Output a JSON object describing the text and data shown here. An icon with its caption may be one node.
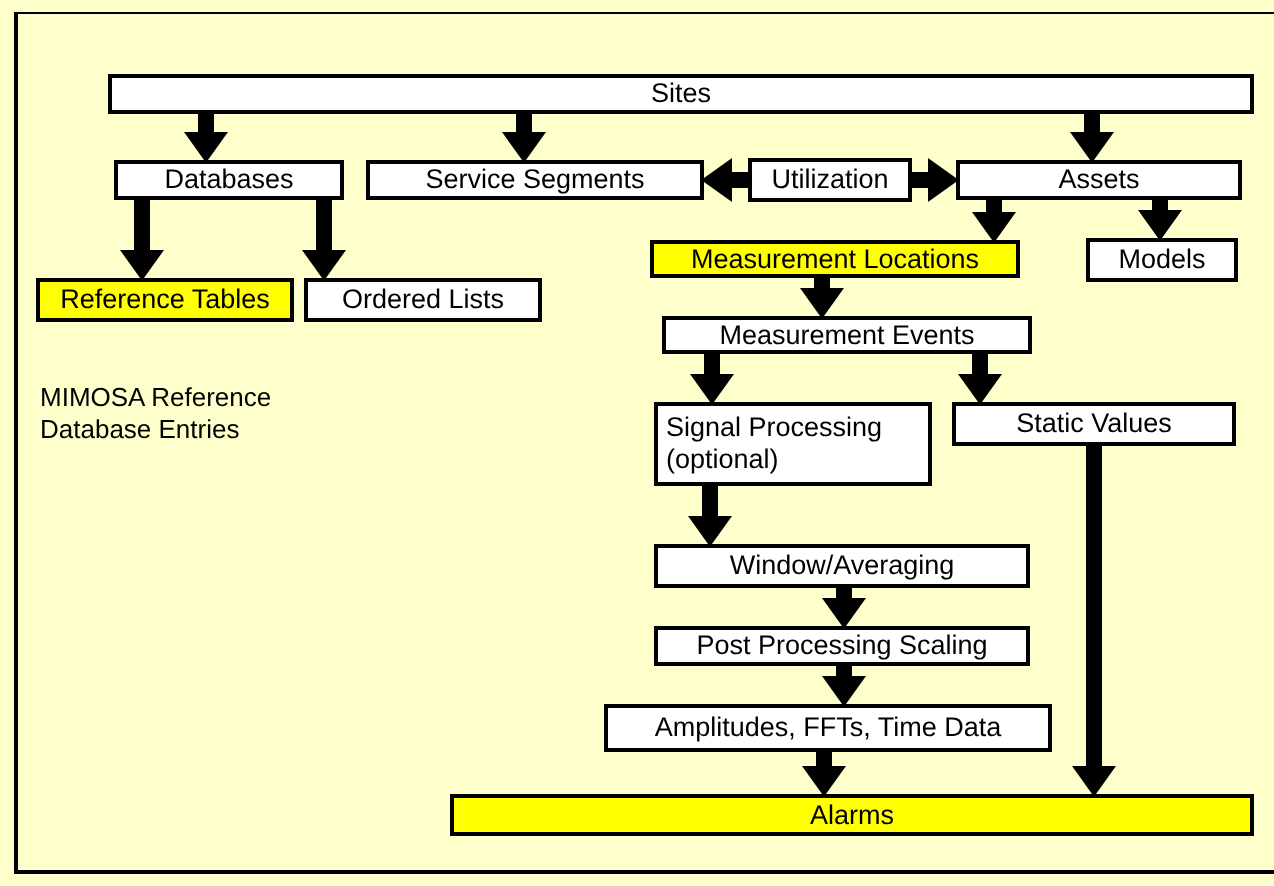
{
  "diagram": {
    "nodes": [
      {
        "text": [
          "Sites"
        ]
      },
      {
        "text": [
          "Databases"
        ]
      },
      {
        "text": [
          "Service Segments"
        ]
      },
      {
        "text": [
          "Utilization"
        ]
      },
      {
        "text": [
          "Assets"
        ]
      },
      {
        "text": [
          "Reference Tables"
        ]
      },
      {
        "text": [
          "Ordered Lists"
        ]
      },
      {
        "text": [
          "Measurement Locations"
        ]
      },
      {
        "text": [
          "Models"
        ]
      },
      {
        "text": [
          "Measurement Events"
        ]
      },
      {
        "text": [
          "Signal Processing (optional)"
        ]
      },
      {
        "text": [
          "Static Values"
        ]
      },
      {
        "text": [
          "Window/Averaging"
        ]
      },
      {
        "text": [
          "Post Processing Scaling"
        ]
      },
      {
        "text": [
          "Amplitudes, FFTs, Time Data"
        ]
      },
      {
        "text": [
          "Alarms"
        ]
      }
    ],
    "edges": [
      {
        "from": 0,
        "to": 1,
        "arrow": "to"
      },
      {
        "from": 0,
        "to": 2,
        "arrow": "to"
      },
      {
        "from": 0,
        "to": 4,
        "arrow": "to"
      },
      {
        "from": 3,
        "to": 2,
        "arrow": "to"
      },
      {
        "from": 3,
        "to": 4,
        "arrow": "to"
      },
      {
        "from": 1,
        "to": 5,
        "arrow": "to"
      },
      {
        "from": 1,
        "to": 6,
        "arrow": "to"
      },
      {
        "from": 4,
        "to": 7,
        "arrow": "to"
      },
      {
        "from": 4,
        "to": 8,
        "arrow": "to"
      },
      {
        "from": 7,
        "to": 9,
        "arrow": "to"
      },
      {
        "from": 9,
        "to": 10,
        "arrow": "to"
      },
      {
        "from": 9,
        "to": 11,
        "arrow": "to"
      },
      {
        "from": 10,
        "to": 12,
        "arrow": "to"
      },
      {
        "from": 12,
        "to": 13,
        "arrow": "to"
      },
      {
        "from": 13,
        "to": 14,
        "arrow": "to"
      },
      {
        "from": 14,
        "to": 15,
        "arrow": "to"
      },
      {
        "from": 11,
        "to": 15,
        "arrow": "to"
      }
    ],
    "labels": [
      "MIMOSA Reference Database Entries"
    ]
  }
}
